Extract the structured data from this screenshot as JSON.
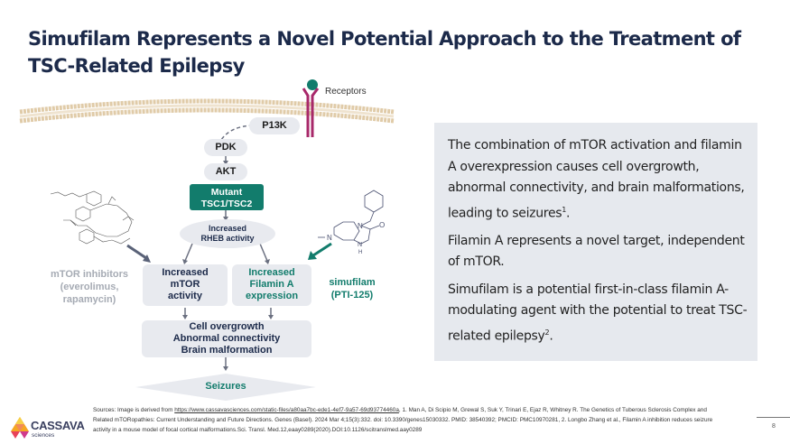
{
  "title": "Simufilam Represents a Novel Potential Approach to the Treatment of TSC-Related Epilepsy",
  "diagram": {
    "receptors_label": "Receptors",
    "p13k": "P13K",
    "pdk": "PDK",
    "akt": "AKT",
    "mutant_line1": "Mutant",
    "mutant_line2": "TSC1/TSC2",
    "rheb_line1": "Increased",
    "rheb_line2": "RHEB activity",
    "mtor_line1": "Increased",
    "mtor_line2": "mTOR",
    "mtor_line3": "activity",
    "filamin_line1": "Increased",
    "filamin_line2": "Filamin A",
    "filamin_line3": "expression",
    "outcome_line1": "Cell overgrowth",
    "outcome_line2": "Abnormal connectivity",
    "outcome_line3": "Brain malformation",
    "seizures": "Seizures",
    "mtor_inhibitors_line1": "mTOR inhibitors",
    "mtor_inhibitors_line2": "(everolimus,",
    "mtor_inhibitors_line3": "rapamycin)",
    "simufilam_line1": "simufilam",
    "simufilam_line2": "(PTI-125)",
    "molecule_atoms": {
      "n1": "N",
      "n2": "N",
      "nh": "N",
      "h": "H",
      "o": "O"
    }
  },
  "textbox": {
    "p1": "The combination of mTOR activation and filamin A overexpression causes cell overgrowth, abnormal connectivity, and brain malformations, leading to seizures",
    "p1_sup": "1",
    "p1_end": ".",
    "p2": "Filamin A represents a novel target, independent of mTOR.",
    "p3": "Simufilam is a potential first-in-class filamin A-modulating agent with the potential to treat TSC-related epilepsy",
    "p3_sup": "2",
    "p3_end": "."
  },
  "footer": {
    "sources_prefix": "Sources: Image is derived from ",
    "sources_link": "https://www.cassavasciences.com/static-files/a80aa7bc-ede1-4ef7-9a57-69d93774460a",
    "sources_rest": ", 1. Man A, Di Scipio M, Grewal S, Suk Y, Trinari E, Ejaz R, Whitney R. The Genetics of Tuberous Sclerosis Complex and Related mTORopathies: Current Understanding and Future Directions. Genes (Basel). 2024 Mar 4;15(3):332. doi: 10.3390/genes15030332. PMID: 38540392; PMCID: PMC10970281, 2. Longbo Zhang et al., Filamin A inhibition reduces seizure activity in a mouse model of focal cortical malformations.Sci. Transl. Med.12,eaay0289(2020).DOI:10.1126/scitranslmed.aay0289",
    "page_number": "8",
    "logo_text": "CASSAVA",
    "logo_sub": "sciences"
  },
  "colors": {
    "title": "#1c2a4a",
    "teal": "#127c6c",
    "receptor": "#a8286a",
    "membrane": "#e0cba8",
    "box": "#e8eaef"
  }
}
